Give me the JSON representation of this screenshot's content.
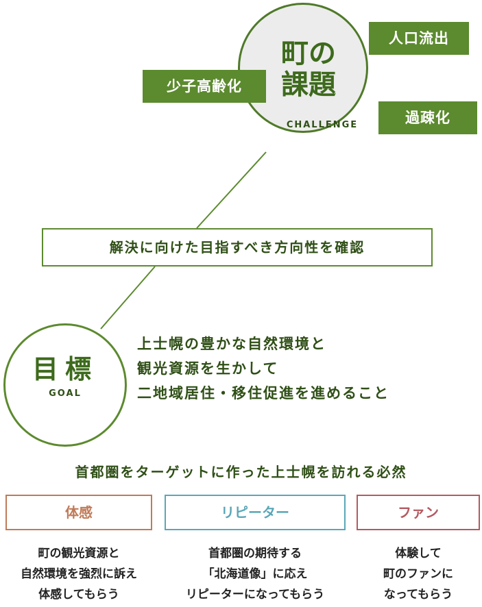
{
  "challenge": {
    "title_line1": "町の",
    "title_line2": "課題",
    "subtitle": "CHALLENGE",
    "tags": [
      "人口流出",
      "少子高齢化",
      "過疎化"
    ]
  },
  "middle_box": "解決に向けた目指すべき方向性を確認",
  "goal": {
    "title": "目標",
    "subtitle": "GOAL",
    "lines": [
      "上士幌の豊かな自然環境と",
      "観光資源を生かして",
      "二地域居住・移住促進を進めること"
    ]
  },
  "headline": "首都圏をターゲットに作った上士幌を訪れる必然",
  "categories": [
    {
      "label": "体感",
      "color": "#c07a57",
      "desc": [
        "町の観光資源と",
        "自然環境を強烈に訴え",
        "体感してもらう"
      ]
    },
    {
      "label": "リピーター",
      "color": "#5aa6b6",
      "desc": [
        "首都圏の期待する",
        "「北海道像」に応え",
        "リピーターになってもらう"
      ]
    },
    {
      "label": "ファン",
      "color": "#b35a60",
      "desc": [
        "体験して",
        "町のファンに",
        "なってもらう"
      ]
    }
  ],
  "colors": {
    "accent_green": "#5c8a2e",
    "dark_green": "#2f4f16"
  }
}
